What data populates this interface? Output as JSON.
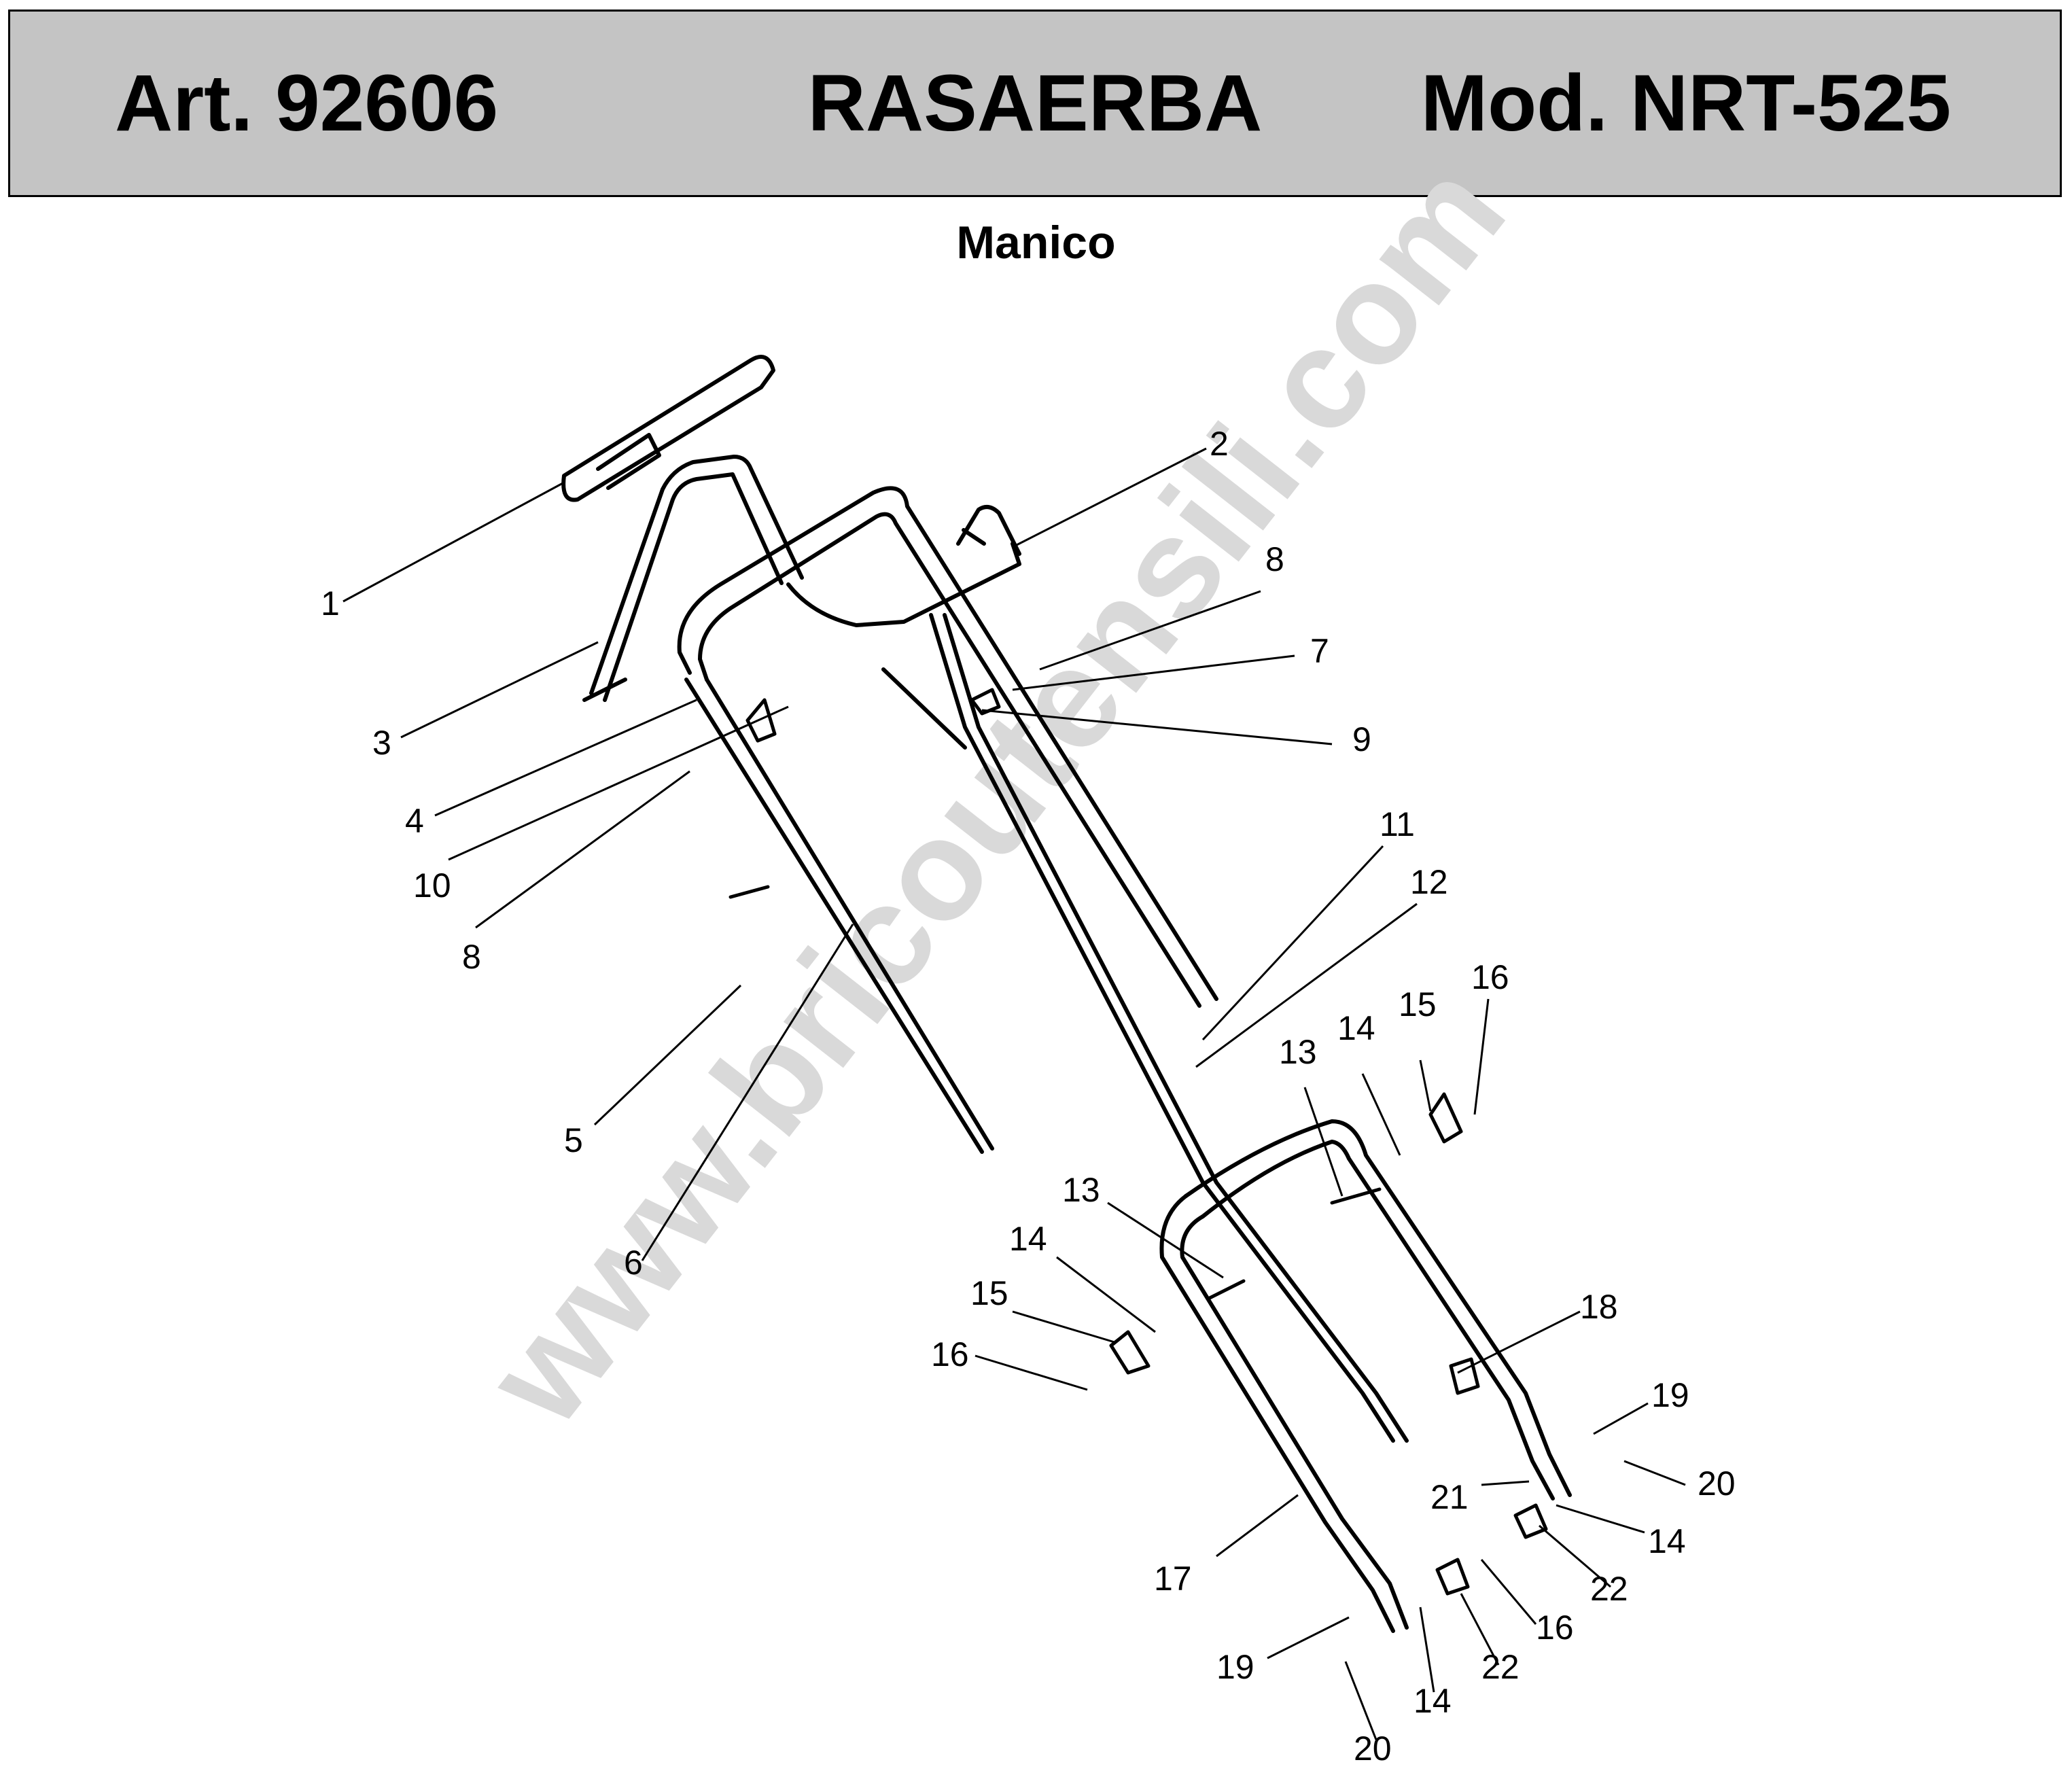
{
  "header": {
    "article": "Art. 92606",
    "title": "RASAERBA",
    "model": "Mod. NRT-525"
  },
  "section_title": "Manico",
  "watermark": "www.bricoutensili.com",
  "callouts": [
    "1",
    "2",
    "3",
    "8",
    "7",
    "4",
    "9",
    "10",
    "8",
    "11",
    "12",
    "16",
    "15",
    "14",
    "13",
    "5",
    "6",
    "13",
    "14",
    "15",
    "16",
    "18",
    "19",
    "20",
    "21",
    "14",
    "17",
    "22",
    "16",
    "19",
    "22",
    "14",
    "20"
  ],
  "colors": {
    "header_bg": "#c4c4c4",
    "line": "#000000",
    "watermark": "#d9d9d9"
  }
}
